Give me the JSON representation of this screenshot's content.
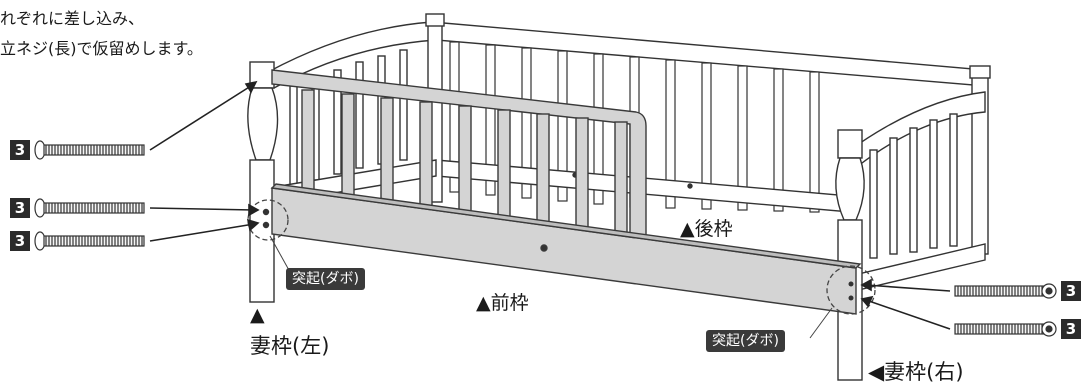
{
  "instructions": {
    "line1": "れぞれに差し込み、",
    "line2": "立ネジ(長)で仮留めします。"
  },
  "labels": {
    "back_frame": "▲後枠",
    "front_frame": "▲前枠",
    "end_left": "妻枠(左)",
    "end_right": "◀妻枠(右)",
    "left_arrow": "▲",
    "dowel_left": "突起(ダボ)",
    "dowel_right": "突起(ダボ)"
  },
  "screw_counts": {
    "left_top": "3",
    "left_mid": "3",
    "left_bottom": "3",
    "right_top": "3",
    "right_bottom": "3"
  },
  "colors": {
    "frame_fill": "#d4d4d4",
    "frame_stroke": "#3a3a3a",
    "badge_bg": "#2b2b2b",
    "tag_bg": "#3a3a3a"
  }
}
